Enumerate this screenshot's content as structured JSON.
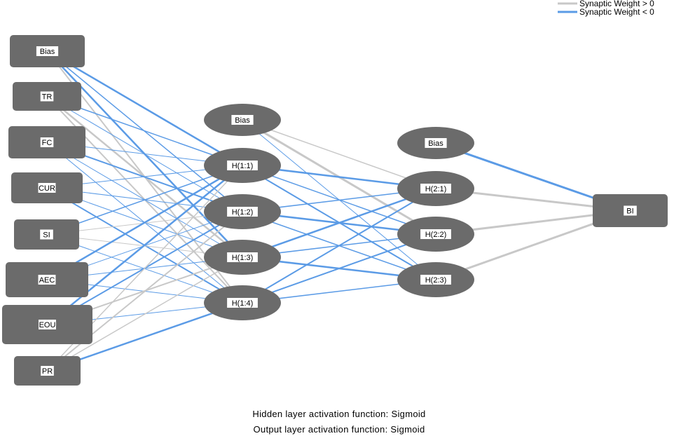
{
  "legend": {
    "positive_label": "Synaptic Weight > 0",
    "negative_label": "Synaptic Weight < 0",
    "positive_color": "#c8c8c8",
    "negative_color": "#5b9be6"
  },
  "node_color": "#6b6b6b",
  "nodes": {
    "input": [
      {
        "id": "in-bias",
        "label": "Bias"
      },
      {
        "id": "in-tr",
        "label": "TR"
      },
      {
        "id": "in-fc",
        "label": "FC"
      },
      {
        "id": "in-cur",
        "label": "CUR"
      },
      {
        "id": "in-si",
        "label": "SI"
      },
      {
        "id": "in-aec",
        "label": "AEC"
      },
      {
        "id": "in-eou",
        "label": "EOU"
      },
      {
        "id": "in-pr",
        "label": "PR"
      }
    ],
    "hidden1": [
      {
        "id": "h1-bias",
        "label": "Bias"
      },
      {
        "id": "h11",
        "label": "H(1:1)"
      },
      {
        "id": "h12",
        "label": "H(1:2)"
      },
      {
        "id": "h13",
        "label": "H(1:3)"
      },
      {
        "id": "h14",
        "label": "H(1:4)"
      }
    ],
    "hidden2": [
      {
        "id": "h2-bias",
        "label": "Bias"
      },
      {
        "id": "h21",
        "label": "H(2:1)"
      },
      {
        "id": "h22",
        "label": "H(2:2)"
      },
      {
        "id": "h23",
        "label": "H(2:3)"
      }
    ],
    "output": [
      {
        "id": "out-bi",
        "label": "BI"
      }
    ]
  },
  "connections": [
    {
      "from": "in-bias",
      "to": "h11",
      "sign": "negative",
      "strength": 2.5
    },
    {
      "from": "in-bias",
      "to": "h12",
      "sign": "negative",
      "strength": 1.5
    },
    {
      "from": "in-bias",
      "to": "h13",
      "sign": "negative",
      "strength": 2.5
    },
    {
      "from": "in-bias",
      "to": "h14",
      "sign": "positive",
      "strength": 2
    },
    {
      "from": "in-tr",
      "to": "h11",
      "sign": "negative",
      "strength": 1.5
    },
    {
      "from": "in-tr",
      "to": "h12",
      "sign": "negative",
      "strength": 1
    },
    {
      "from": "in-tr",
      "to": "h13",
      "sign": "positive",
      "strength": 2.5
    },
    {
      "from": "in-tr",
      "to": "h14",
      "sign": "positive",
      "strength": 2
    },
    {
      "from": "in-fc",
      "to": "h11",
      "sign": "negative",
      "strength": 1
    },
    {
      "from": "in-fc",
      "to": "h12",
      "sign": "negative",
      "strength": 2
    },
    {
      "from": "in-fc",
      "to": "h13",
      "sign": "negative",
      "strength": 1
    },
    {
      "from": "in-fc",
      "to": "h14",
      "sign": "negative",
      "strength": 1
    },
    {
      "from": "in-cur",
      "to": "h11",
      "sign": "negative",
      "strength": 1
    },
    {
      "from": "in-cur",
      "to": "h12",
      "sign": "negative",
      "strength": 1
    },
    {
      "from": "in-cur",
      "to": "h13",
      "sign": "negative",
      "strength": 1
    },
    {
      "from": "in-cur",
      "to": "h14",
      "sign": "negative",
      "strength": 2
    },
    {
      "from": "in-si",
      "to": "h11",
      "sign": "negative",
      "strength": 1.5
    },
    {
      "from": "in-si",
      "to": "h12",
      "sign": "positive",
      "strength": 1
    },
    {
      "from": "in-si",
      "to": "h13",
      "sign": "positive",
      "strength": 1
    },
    {
      "from": "in-si",
      "to": "h14",
      "sign": "negative",
      "strength": 1
    },
    {
      "from": "in-aec",
      "to": "h11",
      "sign": "negative",
      "strength": 2.5
    },
    {
      "from": "in-aec",
      "to": "h12",
      "sign": "negative",
      "strength": 1
    },
    {
      "from": "in-aec",
      "to": "h13",
      "sign": "negative",
      "strength": 1
    },
    {
      "from": "in-aec",
      "to": "h14",
      "sign": "negative",
      "strength": 1
    },
    {
      "from": "in-eou",
      "to": "h11",
      "sign": "negative",
      "strength": 2.5
    },
    {
      "from": "in-eou",
      "to": "h12",
      "sign": "negative",
      "strength": 2
    },
    {
      "from": "in-eou",
      "to": "h13",
      "sign": "positive",
      "strength": 2
    },
    {
      "from": "in-eou",
      "to": "h14",
      "sign": "negative",
      "strength": 1
    },
    {
      "from": "in-pr",
      "to": "h11",
      "sign": "positive",
      "strength": 1.5
    },
    {
      "from": "in-pr",
      "to": "h12",
      "sign": "positive",
      "strength": 2
    },
    {
      "from": "in-pr",
      "to": "h13",
      "sign": "positive",
      "strength": 1.5
    },
    {
      "from": "in-pr",
      "to": "h14",
      "sign": "negative",
      "strength": 2.5
    },
    {
      "from": "h1-bias",
      "to": "h21",
      "sign": "positive",
      "strength": 1.5
    },
    {
      "from": "h1-bias",
      "to": "h22",
      "sign": "positive",
      "strength": 3
    },
    {
      "from": "h1-bias",
      "to": "h23",
      "sign": "negative",
      "strength": 1
    },
    {
      "from": "h11",
      "to": "h21",
      "sign": "negative",
      "strength": 2.5
    },
    {
      "from": "h11",
      "to": "h22",
      "sign": "negative",
      "strength": 1.5
    },
    {
      "from": "h11",
      "to": "h23",
      "sign": "negative",
      "strength": 2
    },
    {
      "from": "h12",
      "to": "h21",
      "sign": "negative",
      "strength": 1.5
    },
    {
      "from": "h12",
      "to": "h22",
      "sign": "negative",
      "strength": 2.5
    },
    {
      "from": "h12",
      "to": "h23",
      "sign": "negative",
      "strength": 1.5
    },
    {
      "from": "h13",
      "to": "h21",
      "sign": "negative",
      "strength": 2.5
    },
    {
      "from": "h13",
      "to": "h22",
      "sign": "negative",
      "strength": 1.5
    },
    {
      "from": "h13",
      "to": "h23",
      "sign": "negative",
      "strength": 2.5
    },
    {
      "from": "h14",
      "to": "h21",
      "sign": "negative",
      "strength": 2
    },
    {
      "from": "h14",
      "to": "h22",
      "sign": "negative",
      "strength": 2
    },
    {
      "from": "h14",
      "to": "h23",
      "sign": "negative",
      "strength": 1.5
    },
    {
      "from": "h2-bias",
      "to": "out-bi",
      "sign": "negative",
      "strength": 3
    },
    {
      "from": "h21",
      "to": "out-bi",
      "sign": "positive",
      "strength": 3
    },
    {
      "from": "h22",
      "to": "out-bi",
      "sign": "positive",
      "strength": 3
    },
    {
      "from": "h23",
      "to": "out-bi",
      "sign": "positive",
      "strength": 3
    }
  ],
  "footer": {
    "hidden_activation": "Hidden layer activation function: Sigmoid",
    "output_activation": "Output layer activation function: Sigmoid"
  }
}
